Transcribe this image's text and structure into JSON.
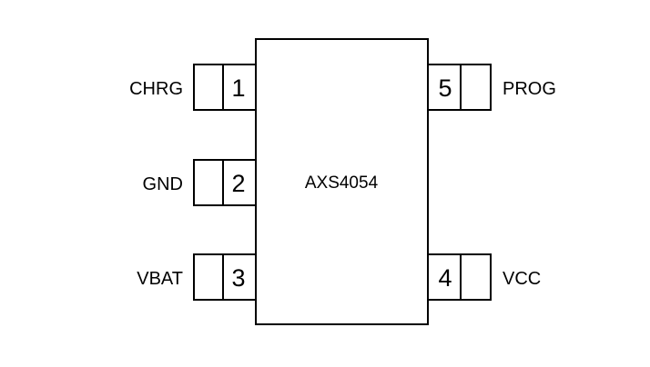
{
  "chip": {
    "name": "AXS4054"
  },
  "pins": [
    {
      "number": "1",
      "label": "CHRG"
    },
    {
      "number": "2",
      "label": "GND"
    },
    {
      "number": "3",
      "label": "VBAT"
    },
    {
      "number": "4",
      "label": "VCC"
    },
    {
      "number": "5",
      "label": "PROG"
    }
  ]
}
